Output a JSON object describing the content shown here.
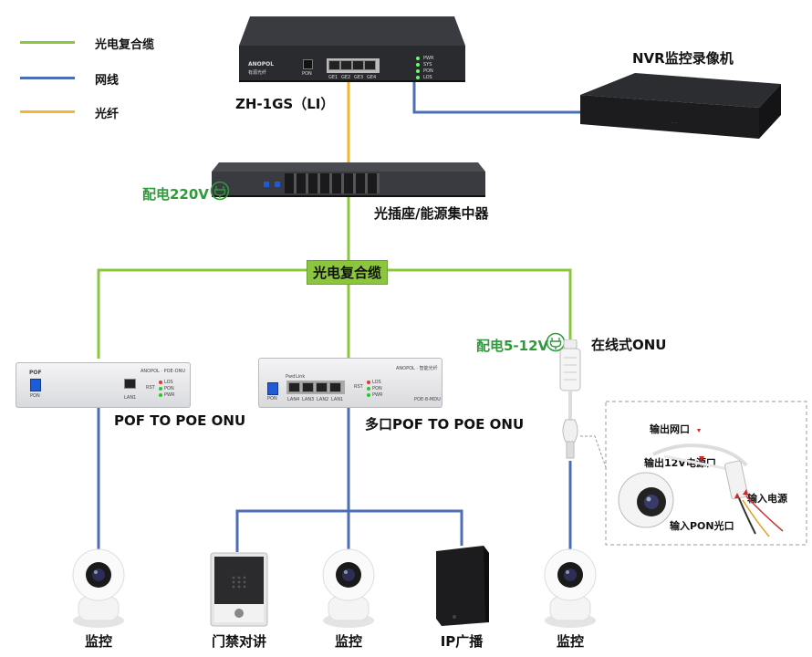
{
  "legend": {
    "items": [
      {
        "label": "光电复合缆",
        "color": "#8cc63f"
      },
      {
        "label": "网线",
        "color": "#4a6fb5"
      },
      {
        "label": "光纤",
        "color": "#f2b630"
      }
    ]
  },
  "olt": {
    "label": "ZH-1GS（LI）",
    "brand": "ANOPOL",
    "brand_sub": "有源光纤",
    "ports": [
      "GE1",
      "GE2",
      "GE3",
      "GE4"
    ],
    "port_x": "PON",
    "leds": [
      "PWR",
      "SYS",
      "PON",
      "LOS"
    ]
  },
  "nvr": {
    "label": "NVR监控录像机"
  },
  "hub": {
    "label": "光插座/能源集中器",
    "power": "配电220V"
  },
  "cable_badge": "光电复合缆",
  "onu_inline": {
    "label": "在线式ONU",
    "power": "配电5-12V"
  },
  "pof_onu": {
    "label": "POF TO POE ONU",
    "tag": "POF",
    "pon": "PON",
    "lan": "LAN1",
    "rst": "RST",
    "leds": [
      "LOS",
      "PON",
      "PWR"
    ],
    "brand": "ANOPOL · POE-ONU"
  },
  "multi_onu": {
    "label": "多口POF TO POE ONU",
    "brand": "ANOPOL · 智能光纤",
    "pon": "PON",
    "lans": [
      "LAN4",
      "LAN3",
      "LAN2",
      "LAN1"
    ],
    "rst": "RST",
    "leds": [
      "LOS",
      "PON",
      "PWR"
    ],
    "model": "POE-8-MDU",
    "top_labels": [
      "Pwd",
      "Link"
    ]
  },
  "callout": {
    "out_lan": "输出网口",
    "out_12v": "输出12V电源口",
    "in_power": "输入电源",
    "in_pon": "输入PON光口"
  },
  "endpoints": [
    {
      "label": "监控"
    },
    {
      "label": "门禁对讲"
    },
    {
      "label": "监控"
    },
    {
      "label": "IP广播"
    },
    {
      "label": "监控"
    }
  ],
  "colors": {
    "composite": "#8cc63f",
    "ethernet": "#4a6fb5",
    "fiber": "#f2b630",
    "power_green": "#2e9a3a"
  }
}
